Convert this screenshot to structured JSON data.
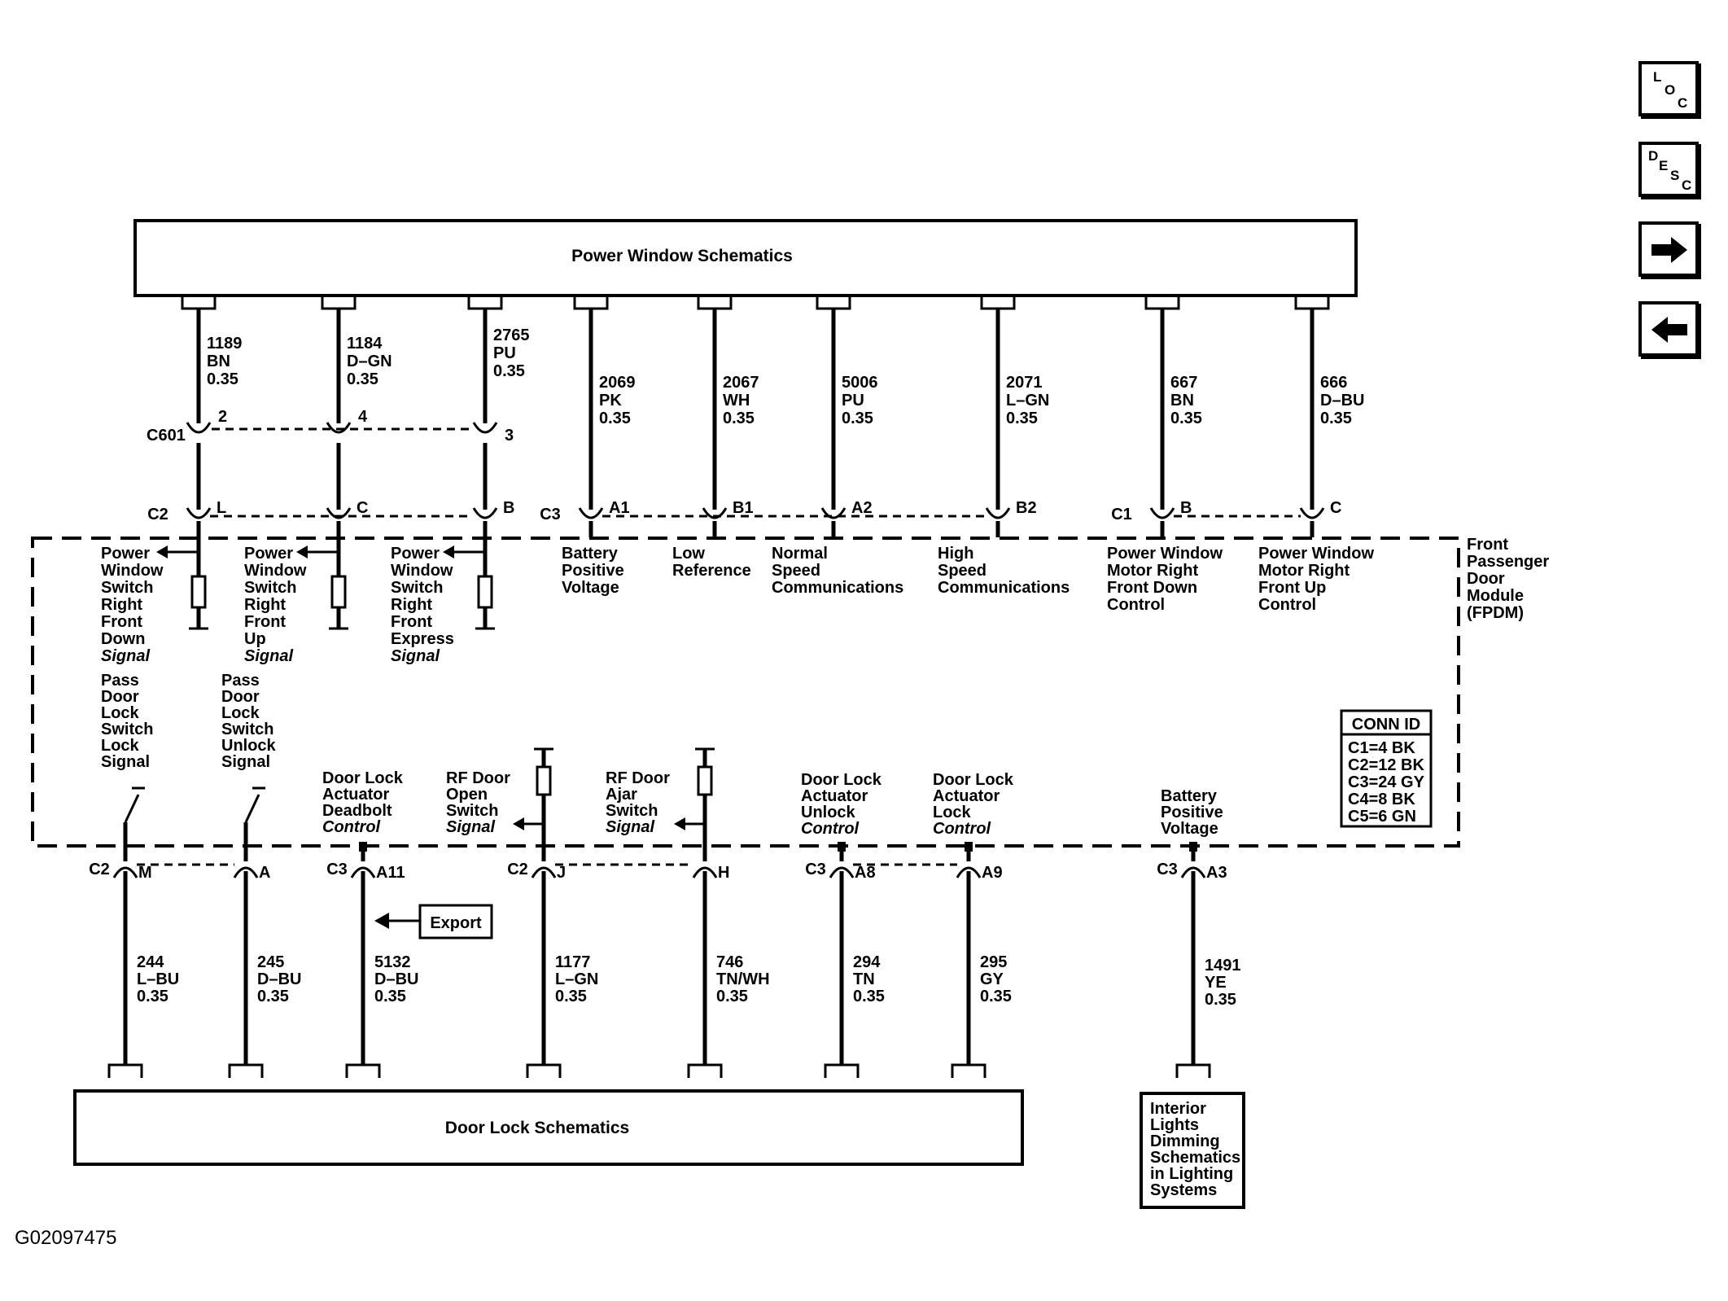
{
  "nav": {
    "loc": [
      "L",
      "O",
      "C"
    ],
    "desc": [
      "D",
      "E",
      "S",
      "C"
    ]
  },
  "blocks": {
    "power_window": "Power Window Schematics",
    "door_lock": "Door Lock Schematics",
    "interior_lights": [
      "Interior",
      "Lights",
      "Dimming",
      "Schematics",
      "in Lighting",
      "Systems"
    ],
    "export": "Export"
  },
  "module": {
    "name": [
      "Front",
      "Passenger",
      "Door",
      "Module",
      "(FPDM)"
    ],
    "conn_id": {
      "title": "CONN ID",
      "rows": [
        "C1=4 BK",
        "C2=12 BK",
        "C3=24 GY",
        "C4=8 BK",
        "C5=6 GN"
      ]
    }
  },
  "inline_connector": "C601",
  "top_circuits": [
    {
      "circuit": "1189",
      "color": "BN",
      "size": "0.35",
      "inline_pin": "2",
      "conn": "C2",
      "pin": "L",
      "signal": [
        "Power",
        "Window",
        "Switch",
        "Right",
        "Front",
        "Down",
        "Signal"
      ]
    },
    {
      "circuit": "1184",
      "color": "D–GN",
      "size": "0.35",
      "inline_pin": "4",
      "conn": "",
      "pin": "C",
      "signal": [
        "Power",
        "Window",
        "Switch",
        "Right",
        "Front",
        "Up",
        "Signal"
      ]
    },
    {
      "circuit": "2765",
      "color": "PU",
      "size": "0.35",
      "inline_pin": "3",
      "conn": "",
      "pin": "B",
      "signal": [
        "Power",
        "Window",
        "Switch",
        "Right",
        "Front",
        "Express",
        "Signal"
      ]
    },
    {
      "circuit": "2069",
      "color": "PK",
      "size": "0.35",
      "conn": "C3",
      "pin": "A1",
      "signal": [
        "Battery",
        "Positive",
        "Voltage"
      ]
    },
    {
      "circuit": "2067",
      "color": "WH",
      "size": "0.35",
      "conn": "",
      "pin": "B1",
      "signal": [
        "Low",
        "Reference"
      ]
    },
    {
      "circuit": "5006",
      "color": "PU",
      "size": "0.35",
      "conn": "",
      "pin": "A2",
      "signal": [
        "Normal",
        "Speed",
        "Communications"
      ]
    },
    {
      "circuit": "2071",
      "color": "L–GN",
      "size": "0.35",
      "conn": "",
      "pin": "B2",
      "signal": [
        "High",
        "Speed",
        "Communications"
      ]
    },
    {
      "circuit": "667",
      "color": "BN",
      "size": "0.35",
      "conn": "C1",
      "pin": "B",
      "signal": [
        "Power Window",
        "Motor Right",
        "Front Down",
        "Control"
      ]
    },
    {
      "circuit": "666",
      "color": "D–BU",
      "size": "0.35",
      "conn": "",
      "pin": "C",
      "signal": [
        "Power Window",
        "Motor Right",
        "Front Up",
        "Control"
      ]
    }
  ],
  "bottom_circuits": [
    {
      "circuit": "244",
      "color": "L–BU",
      "size": "0.35",
      "conn": "C2",
      "pin": "M",
      "signal": [
        "Pass",
        "Door",
        "Lock",
        "Switch",
        "Lock",
        "Signal"
      ]
    },
    {
      "circuit": "245",
      "color": "D–BU",
      "size": "0.35",
      "conn": "",
      "pin": "A",
      "signal": [
        "Pass",
        "Door",
        "Lock",
        "Switch",
        "Unlock",
        "Signal"
      ]
    },
    {
      "circuit": "5132",
      "color": "D–BU",
      "size": "0.35",
      "conn": "C3",
      "pin": "A11",
      "signal": [
        "Door Lock",
        "Actuator",
        "Deadbolt",
        "Control"
      ]
    },
    {
      "circuit": "1177",
      "color": "L–GN",
      "size": "0.35",
      "conn": "C2",
      "pin": "J",
      "signal": [
        "RF Door",
        "Open",
        "Switch",
        "Signal"
      ]
    },
    {
      "circuit": "746",
      "color": "TN/WH",
      "size": "0.35",
      "conn": "",
      "pin": "H",
      "signal": [
        "RF Door",
        "Ajar",
        "Switch",
        "Signal"
      ]
    },
    {
      "circuit": "294",
      "color": "TN",
      "size": "0.35",
      "conn": "C3",
      "pin": "A8",
      "signal": [
        "Door Lock",
        "Actuator",
        "Unlock",
        "Control"
      ]
    },
    {
      "circuit": "295",
      "color": "GY",
      "size": "0.35",
      "conn": "",
      "pin": "A9",
      "signal": [
        "Door Lock",
        "Actuator",
        "Lock",
        "Control"
      ]
    },
    {
      "circuit": "1491",
      "color": "YE",
      "size": "0.35",
      "conn": "C3",
      "pin": "A3",
      "signal": [
        "Battery",
        "Positive",
        "Voltage"
      ]
    }
  ],
  "figure_id": "G02097475"
}
